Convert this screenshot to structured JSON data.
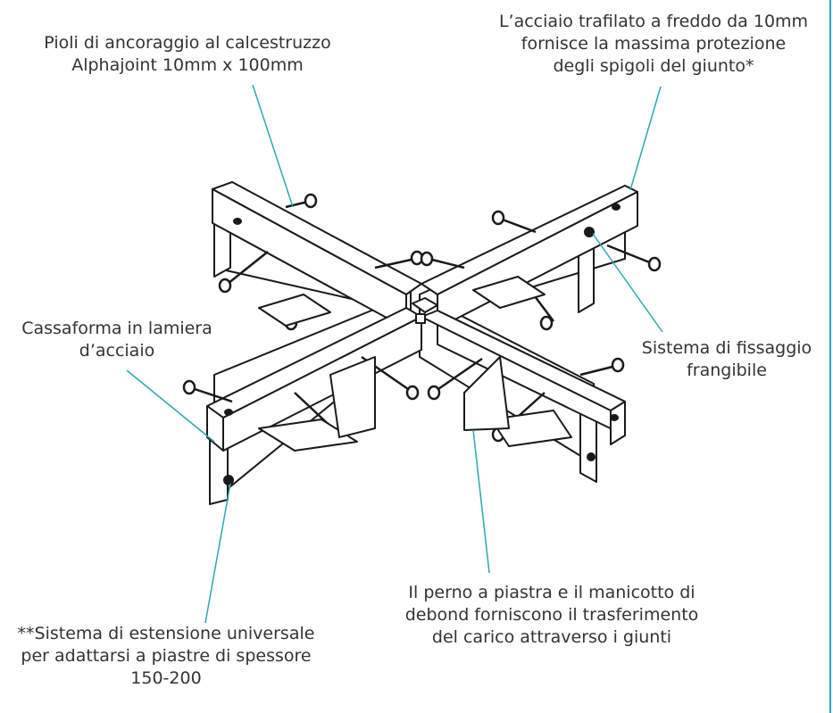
{
  "colors": {
    "leader": "#2aa7b0",
    "text": "#333333",
    "steel": "#1a1a1a",
    "frame": "#2aa7b0"
  },
  "labels": {
    "pins": [
      "Pioli di ancoraggio al calcestruzzo",
      "Alphajoint 10mm x 100mm"
    ],
    "steel": [
      "L’acciaio trafilato a freddo da 10mm",
      "fornisce la massima protezione",
      "degli spigoli del giunto*"
    ],
    "formwork": [
      "Cassaforma in lamiera",
      "d’acciaio"
    ],
    "fixing": [
      "Sistema di fissaggio",
      "frangibile"
    ],
    "dowel": [
      "Il perno a piastra e il manicotto di",
      "debond forniscono il trasferimento",
      "del carico attraverso i giunti"
    ],
    "extension": [
      "**Sistema di estensione universale",
      "per adattarsi a piastre di spessore",
      "150-200"
    ]
  }
}
